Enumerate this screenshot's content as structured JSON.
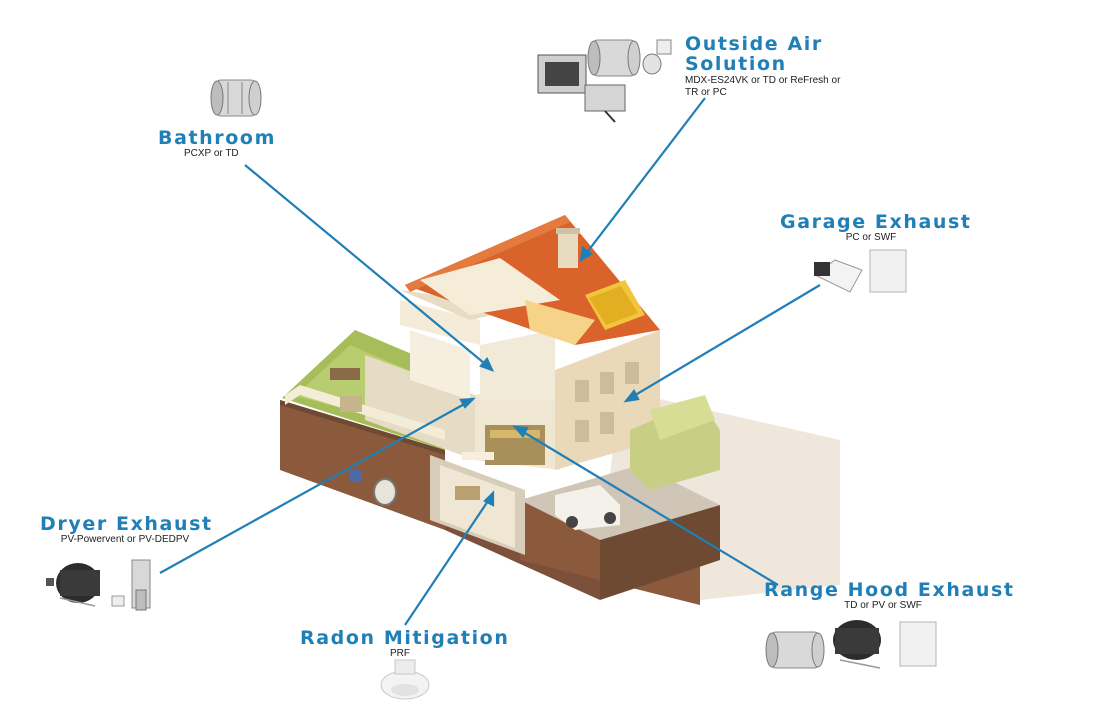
{
  "callouts": {
    "bathroom": {
      "title": "Bathroom",
      "products": "PCXP or TD"
    },
    "outside_air": {
      "title_line1": "Outside Air",
      "title_line2": "Solution",
      "products_line1": "MDX-ES24VK or TD or ReFresh or",
      "products_line2": "TR or PC"
    },
    "garage": {
      "title": "Garage Exhaust",
      "products": "PC or SWF"
    },
    "dryer": {
      "title": "Dryer Exhaust",
      "products": "PV-Powervent or PV-DEDPV"
    },
    "radon": {
      "title": "Radon Mitigation",
      "products": "PRF"
    },
    "range_hood": {
      "title": "Range Hood Exhaust",
      "products": "TD or PV or SWF"
    }
  },
  "colors": {
    "accent_blue": "#1f7fb6",
    "roof": "#d9632b",
    "wall": "#efe3c8",
    "soil": "#8b5a3c",
    "grass": "#a6bd5a",
    "ground_shadow": "#efe6dc"
  },
  "icons": [
    "inline-fan-icon",
    "ventilator-unit-icon",
    "wall-control-icon",
    "ceiling-exhaust-fan-icon",
    "wall-panel-icon",
    "dryer-booster-fan-icon",
    "radon-fan-icon"
  ]
}
